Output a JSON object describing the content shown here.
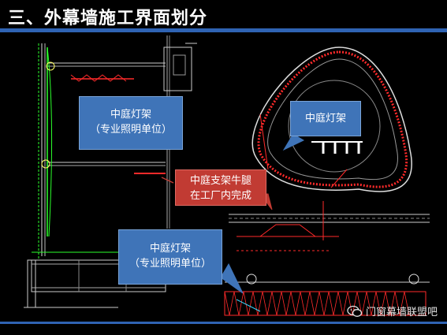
{
  "title": "三、外幕墙施工界面划分",
  "callouts": {
    "top_left": {
      "line1": "中庭灯架",
      "line2": "（专业照明单位）"
    },
    "top_right": {
      "line1": "中庭灯架"
    },
    "middle": {
      "line1": "中庭支架牛腿",
      "line2": "在工厂内完成"
    },
    "bottom": {
      "line1": "中庭灯架",
      "line2": "（专业照明单位）"
    }
  },
  "watermark": {
    "text": "门窗幕墙联盟吧",
    "icon": "wechat-icon"
  },
  "colors": {
    "title_bar": "#2f63b3",
    "callout_blue": "#3f74b8",
    "callout_red": "#c13b33",
    "cad_red": "#ff2a2a",
    "cad_green": "#2cff2c",
    "cad_cyan": "#39d8ff"
  }
}
